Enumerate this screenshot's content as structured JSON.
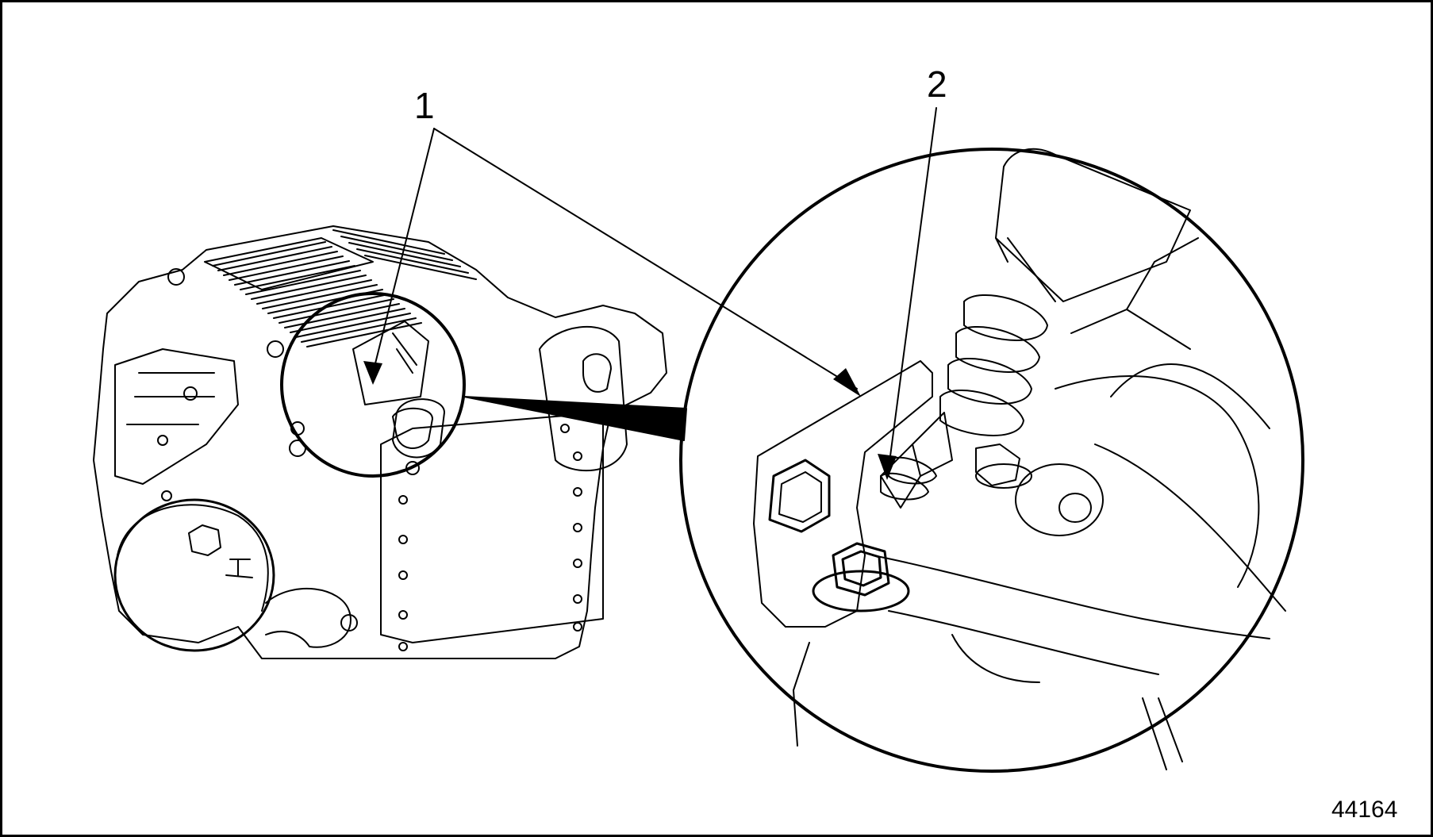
{
  "figure": {
    "number": "44164",
    "border_color": "#000000",
    "background": "#ffffff"
  },
  "callouts": [
    {
      "id": 1,
      "label": "1"
    },
    {
      "id": 2,
      "label": "2"
    }
  ],
  "views": {
    "overview": "engine-assembly",
    "detail": "magnified-circular-detail"
  }
}
